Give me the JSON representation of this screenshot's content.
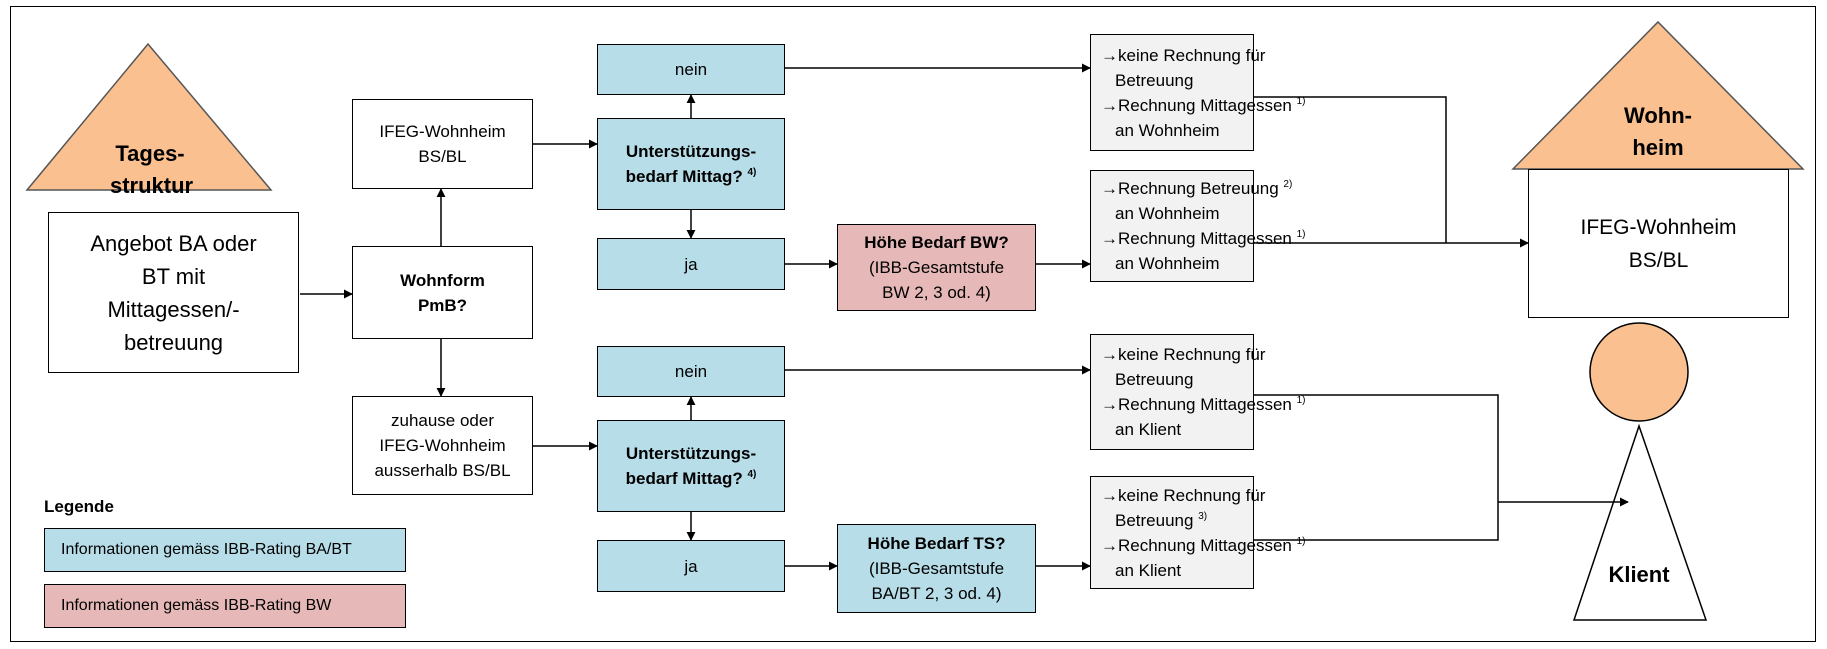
{
  "tagesstruktur": {
    "roof": [
      "Tages-",
      "struktur"
    ],
    "body": [
      "Angebot BA oder",
      "BT mit",
      "Mittagessen/-",
      "betreuung"
    ]
  },
  "wohnform": [
    "Wohnform",
    "PmB?"
  ],
  "ifeg_upper": [
    "IFEG-Wohnheim",
    "BS/BL"
  ],
  "ifeg_lower": [
    "zuhause oder",
    "IFEG-Wohnheim",
    "ausserhalb BS/BL"
  ],
  "upper": {
    "nein": "nein",
    "question": [
      "Unterstützungs-",
      "bedarf Mittag?"
    ],
    "question_sup": "4)",
    "ja": "ja",
    "hoehe": {
      "title": "Höhe Bedarf BW?",
      "lines": [
        "(IBB-Gesamtstufe",
        "BW 2, 3 od. 4)"
      ]
    }
  },
  "lower": {
    "nein": "nein",
    "question": [
      "Unterstützungs-",
      "bedarf Mittag?"
    ],
    "question_sup": "4)",
    "ja": "ja",
    "hoehe": {
      "title": "Höhe Bedarf TS?",
      "lines": [
        "(IBB-Gesamtstufe",
        "BA/BT 2, 3 od. 4)"
      ]
    }
  },
  "outcomes": {
    "o1": [
      "→keine Rechnung für",
      "Betreuung",
      "→Rechnung Mittagessen",
      "an Wohnheim"
    ],
    "o1_sup": [
      "",
      "",
      "1)",
      ""
    ],
    "o2": [
      "→Rechnung Betreuung",
      "an Wohnheim",
      "→Rechnung Mittagessen",
      "an Wohnheim"
    ],
    "o2_sup": [
      "2)",
      "",
      "1)",
      ""
    ],
    "o3": [
      "→keine Rechnung für",
      "Betreuung",
      "→Rechnung Mittagessen",
      "an Klient"
    ],
    "o3_sup": [
      "",
      "",
      "1)",
      ""
    ],
    "o4": [
      "→keine Rechnung für",
      "Betreuung",
      "→Rechnung Mittagessen",
      "an Klient"
    ],
    "o4_sup": [
      "",
      "3)",
      "1)",
      ""
    ]
  },
  "wohnheim": {
    "roof": [
      "Wohn-",
      "heim"
    ],
    "body": [
      "IFEG-Wohnheim",
      "BS/BL"
    ]
  },
  "klient": "Klient",
  "legend": {
    "title": "Legende",
    "items": [
      {
        "label": "Informationen gemäss IBB-Rating BA/BT",
        "color": "#b7dde8"
      },
      {
        "label": "Informationen gemäss IBB-Rating BW",
        "color": "#e6b9b8"
      }
    ]
  },
  "colors": {
    "orange": "#fac090",
    "blue": "#b7dde8",
    "pink": "#e6b9b8",
    "grey": "#f2f2f2"
  }
}
